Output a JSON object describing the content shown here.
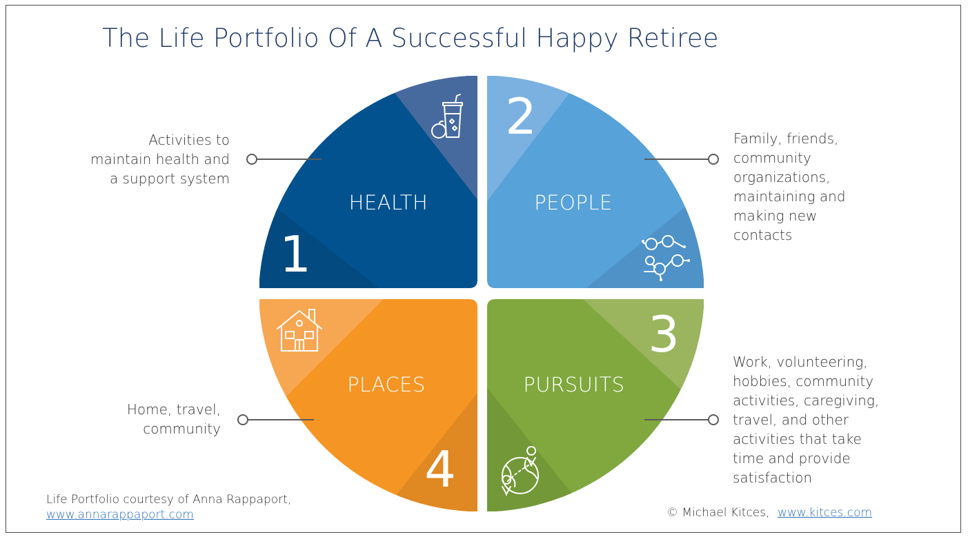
{
  "title": "The Life Portfolio Of A Successful Happy Retiree",
  "quadrants": [
    {
      "number": "1",
      "label": "HEALTH",
      "description": [
        "Activities to",
        "maintain health and",
        "a support system"
      ],
      "icon": "drink-fruit-icon",
      "colors": {
        "main": "#02528f",
        "light": "#476a9e",
        "dark": "#024a80"
      }
    },
    {
      "number": "2",
      "label": "PEOPLE",
      "description": [
        "Family, friends,",
        "community",
        "organizations,",
        "maintaining and",
        "making new",
        "contacts"
      ],
      "icon": "people-network-icon",
      "colors": {
        "main": "#57a2d8",
        "light": "#7ab1e0",
        "dark": "#4e92c8"
      }
    },
    {
      "number": "3",
      "label": "PURSUITS",
      "description": [
        "Work, volunteering,",
        "hobbies, community",
        "activities, caregiving,",
        "travel, and other",
        "activities that take",
        "time and provide",
        "satisfaction"
      ],
      "icon": "globe-location-icon",
      "colors": {
        "main": "#80a83e",
        "light": "#9ab55e",
        "dark": "#739838"
      }
    },
    {
      "number": "4",
      "label": "PLACES",
      "description": [
        "Home, travel,",
        "community"
      ],
      "icon": "house-icon",
      "colors": {
        "main": "#f59524",
        "light": "#f7a751",
        "dark": "#e08822"
      }
    }
  ],
  "footer": {
    "credit_text": "Life Portfolio courtesy of Anna Rappaport,",
    "credit_link": "www.annarappaport.com",
    "copyright_text": "© Michael Kitces,",
    "copyright_link": "www.kitces.com"
  },
  "connector_color": "#5a5a5a"
}
